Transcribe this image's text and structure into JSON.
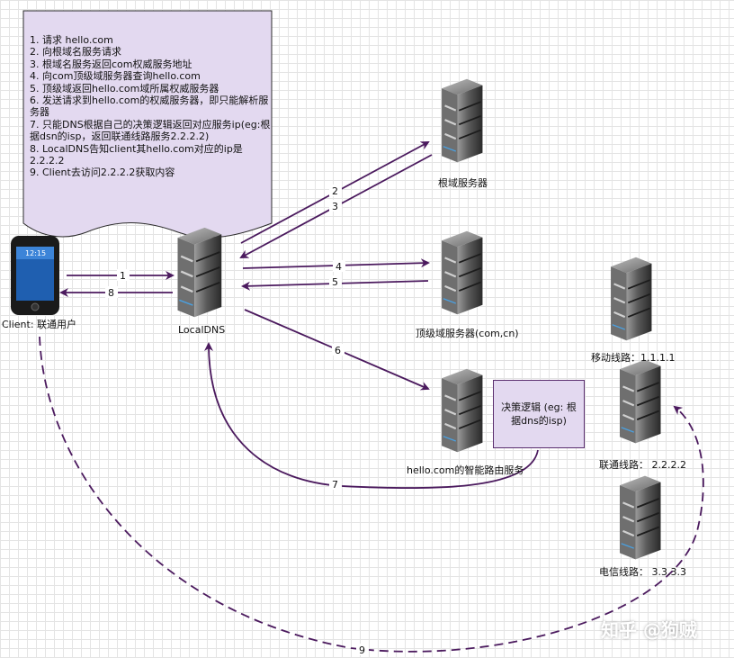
{
  "note": {
    "steps": [
      "1. 请求 hello.com",
      "2. 向根域名服务请求",
      "3. 根域名服务返回com权威服务地址",
      "4. 向com顶级域服务器查询hello.com",
      "5. 顶级域返回hello.com域所属权威服务器",
      "6. 发送请求到hello.com的权威服务器，即只能解析服务器",
      "7. 只能DNS根据自己的决策逻辑返回对应服务ip(eg:根据dsn的isp，返回联通线路服务2.2.2.2)",
      "8. LocalDNS告知client其hello.com对应的ip是2.2.2.2",
      "9. Client去访问2.2.2.2获取内容"
    ]
  },
  "nodes": {
    "client": "Client: 联通用户",
    "phone_time": "12:15",
    "local_dns": "LocalDNS",
    "root": "根域服务器",
    "tld": "顶级域服务器(com,cn)",
    "smart": "hello.com的智能路由服务",
    "mobile": "移动线路：1.1.1.1",
    "unicom": "联通线路：  2.2.2.2",
    "telecom": "电信线路：  3.3.3.3"
  },
  "decision": "决策逻辑 (eg: 根据dns的isp)",
  "edges": [
    {
      "label": "1",
      "from": "client",
      "to": "local_dns"
    },
    {
      "label": "2",
      "from": "local_dns",
      "to": "root"
    },
    {
      "label": "3",
      "from": "root",
      "to": "local_dns"
    },
    {
      "label": "4",
      "from": "local_dns",
      "to": "tld"
    },
    {
      "label": "5",
      "from": "tld",
      "to": "local_dns"
    },
    {
      "label": "6",
      "from": "local_dns",
      "to": "smart"
    },
    {
      "label": "7",
      "from": "smart",
      "to": "local_dns"
    },
    {
      "label": "8",
      "from": "local_dns",
      "to": "client"
    },
    {
      "label": "9",
      "from": "client",
      "to": "unicom"
    }
  ],
  "watermark": "知乎 @狗贼",
  "colors": {
    "arrow": "#4b1a5e",
    "note_fill": "#e3d9f0",
    "server_dark": "#3b3b3b",
    "server_light": "#8c8c8c"
  }
}
